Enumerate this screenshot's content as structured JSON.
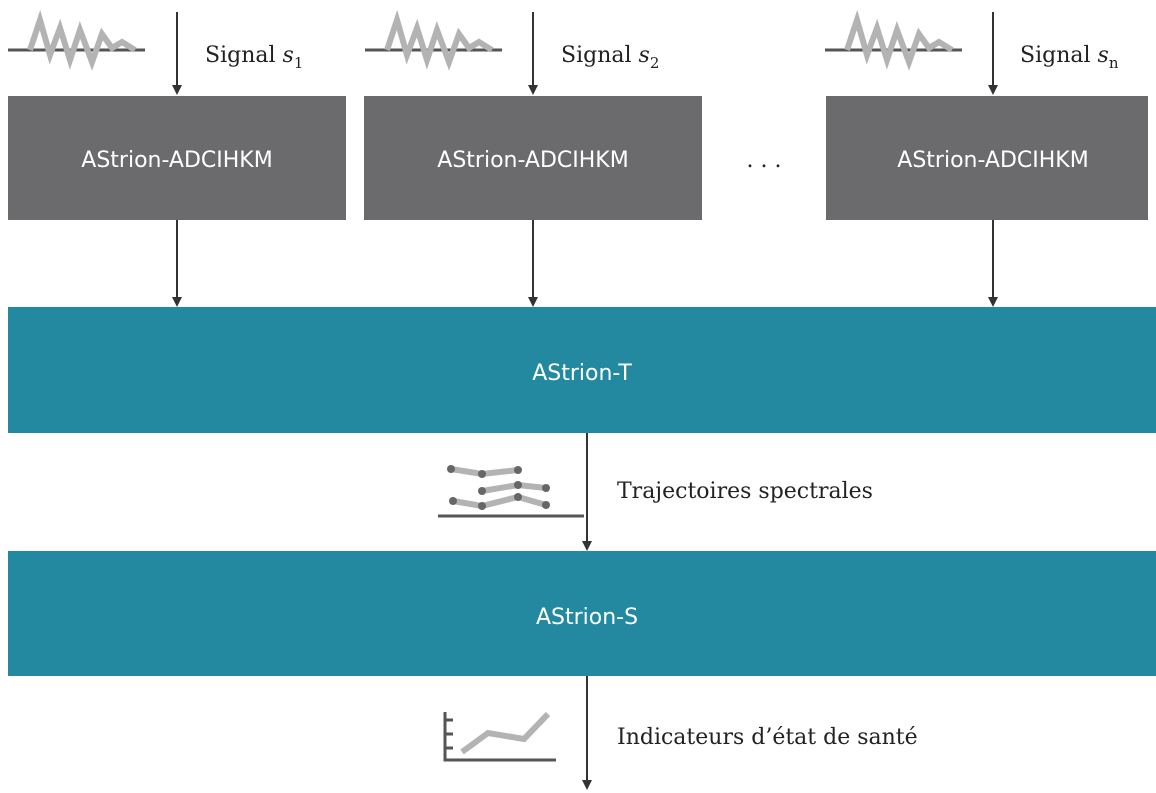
{
  "colors": {
    "module_box": "#6b6b6e",
    "block": "#2389a1",
    "arrow": "#333333",
    "icon": "#b3b3b3",
    "icon_dark": "#666666",
    "white_text": "#ffffff"
  },
  "inputs": [
    {
      "prefix": "Signal ",
      "symbol": "s",
      "subscript": "1",
      "module": "AStrion-ADCIHKM"
    },
    {
      "prefix": "Signal ",
      "symbol": "s",
      "subscript": "2",
      "module": "AStrion-ADCIHKM"
    },
    {
      "prefix": "Signal ",
      "symbol": "s",
      "subscript": "n",
      "module": "AStrion-ADCIHKM"
    }
  ],
  "ellipsis": ". . .",
  "stages": {
    "t_block": "AStrion-T",
    "s_block": "AStrion-S"
  },
  "outputs": {
    "trajectories_label": "Trajectoires spectrales",
    "health_label": "Indicateurs d’état de santé"
  },
  "icons": {
    "signal": "signal-waveform-icon",
    "trajectories": "spectral-trajectories-icon",
    "health": "health-trend-chart-icon"
  }
}
